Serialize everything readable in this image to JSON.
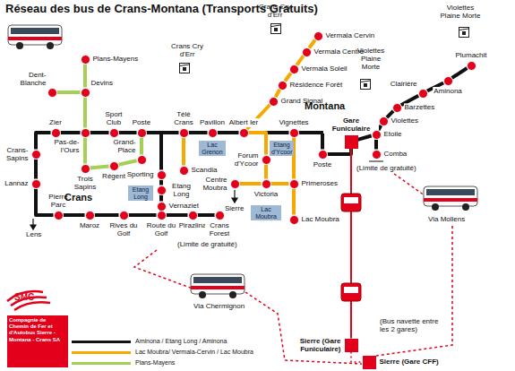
{
  "diagram": {
    "title": "Réseau des bus de Crans-Montana (Transports Gratuits)",
    "nodes": [
      {
        "text": [
          "Plans-Mayens"
        ]
      },
      {
        "text": [
          "Dent-Blanche"
        ]
      },
      {
        "text": [
          "Devins"
        ]
      },
      {
        "text": [
          "Zier"
        ]
      },
      {
        "text": [
          "Pas-de-l'Ours"
        ]
      },
      {
        "text": [
          "Sport Club"
        ]
      },
      {
        "text": [
          "Poste"
        ]
      },
      {
        "text": [
          "Télé Crans"
        ]
      },
      {
        "text": [
          "Pavillon"
        ]
      },
      {
        "text": [
          "Albert Ier"
        ]
      },
      {
        "text": [
          "Vignettes"
        ]
      },
      {
        "text": [
          "Crans-Sapins"
        ]
      },
      {
        "text": [
          "Grand-Place"
        ]
      },
      {
        "text": [
          "Trois Sapins"
        ]
      },
      {
        "text": [
          "Régent"
        ]
      },
      {
        "text": [
          "Sporting"
        ]
      },
      {
        "text": [
          "Scandia"
        ]
      },
      {
        "text": [
          "Etang Long"
        ]
      },
      {
        "text": [
          "Vernaziet"
        ]
      },
      {
        "text": [
          "Lannaz"
        ]
      },
      {
        "text": [
          "Pierre Parc"
        ]
      },
      {
        "text": [
          "Maroz"
        ]
      },
      {
        "text": [
          "Rives du Golf"
        ]
      },
      {
        "text": [
          "Route du Golf"
        ]
      },
      {
        "text": [
          "Pirazlina"
        ]
      },
      {
        "text": [
          "Crans Forest"
        ]
      },
      {
        "text": [
          "Forum d'Ycoor"
        ]
      },
      {
        "text": [
          "Centre Moubra"
        ]
      },
      {
        "text": [
          "Victoria"
        ]
      },
      {
        "text": [
          "Primeroses"
        ]
      },
      {
        "text": [
          "Lac Moubra"
        ]
      },
      {
        "text": [
          "Poste"
        ]
      },
      {
        "text": [
          "Gare Funiculaire"
        ]
      },
      {
        "text": [
          "Grand Signal"
        ]
      },
      {
        "text": [
          "Résidence Forêt"
        ]
      },
      {
        "text": [
          "Vermala Soleil"
        ]
      },
      {
        "text": [
          "Vermala Centre"
        ]
      },
      {
        "text": [
          "Vermala Cervin"
        ]
      },
      {
        "text": [
          "Etoile"
        ]
      },
      {
        "text": [
          "Comba"
        ]
      },
      {
        "text": [
          "Violettes"
        ]
      },
      {
        "text": [
          "Barzettes"
        ]
      },
      {
        "text": [
          "Clairière"
        ]
      },
      {
        "text": [
          "Aminona"
        ]
      },
      {
        "text": [
          "Plumachit"
        ]
      },
      {
        "text": [
          "Lac Grenon"
        ]
      },
      {
        "text": [
          "Etang d'Ycoor"
        ]
      },
      {
        "text": [
          "Etang Long"
        ]
      },
      {
        "text": [
          "Lac Moubra"
        ]
      },
      {
        "text": [
          "Sierre (Gare Funiculaire)"
        ]
      },
      {
        "text": [
          "Sierre (Gare CFF)"
        ]
      }
    ],
    "edges": [
      {
        "from": 3,
        "to": 4,
        "arrow": "none"
      },
      {
        "from": 4,
        "to": 5,
        "arrow": "none"
      },
      {
        "from": 5,
        "to": 6,
        "arrow": "none"
      },
      {
        "from": 6,
        "to": 7,
        "arrow": "none"
      },
      {
        "from": 7,
        "to": 8,
        "arrow": "none"
      },
      {
        "from": 8,
        "to": 9,
        "arrow": "none"
      },
      {
        "from": 9,
        "to": 10,
        "arrow": "none"
      },
      {
        "from": 10,
        "to": 31,
        "arrow": "none"
      },
      {
        "from": 31,
        "to": 32,
        "arrow": "none"
      },
      {
        "from": 32,
        "to": 38,
        "arrow": "none"
      },
      {
        "from": 38,
        "to": 40,
        "arrow": "none"
      },
      {
        "from": 40,
        "to": 41,
        "arrow": "none"
      },
      {
        "from": 41,
        "to": 42,
        "arrow": "none"
      },
      {
        "from": 42,
        "to": 43,
        "arrow": "none"
      },
      {
        "from": 43,
        "to": 44,
        "arrow": "none"
      },
      {
        "from": 38,
        "to": 39,
        "arrow": "none"
      },
      {
        "from": 3,
        "to": 11,
        "arrow": "none"
      },
      {
        "from": 11,
        "to": 19,
        "arrow": "none"
      },
      {
        "from": 19,
        "to": 20,
        "arrow": "none"
      },
      {
        "from": 20,
        "to": 21,
        "arrow": "none"
      },
      {
        "from": 21,
        "to": 22,
        "arrow": "none"
      },
      {
        "from": 22,
        "to": 23,
        "arrow": "none"
      },
      {
        "from": 23,
        "to": 24,
        "arrow": "none"
      },
      {
        "from": 24,
        "to": 25,
        "arrow": "none"
      },
      {
        "from": 6,
        "to": 15,
        "arrow": "none"
      },
      {
        "from": 15,
        "to": 17,
        "arrow": "none"
      },
      {
        "from": 17,
        "to": 18,
        "arrow": "none"
      },
      {
        "from": 18,
        "to": 23,
        "arrow": "none"
      },
      {
        "from": 0,
        "to": 2,
        "arrow": "none"
      },
      {
        "from": 1,
        "to": 2,
        "arrow": "none"
      },
      {
        "from": 2,
        "to": 4,
        "arrow": "none"
      },
      {
        "from": 4,
        "to": 13,
        "arrow": "none"
      },
      {
        "from": 13,
        "to": 14,
        "arrow": "none"
      },
      {
        "from": 14,
        "to": 12,
        "arrow": "none"
      },
      {
        "from": 12,
        "to": 6,
        "arrow": "none"
      },
      {
        "from": 37,
        "to": 36,
        "arrow": "none"
      },
      {
        "from": 36,
        "to": 35,
        "arrow": "none"
      },
      {
        "from": 35,
        "to": 34,
        "arrow": "none"
      },
      {
        "from": 34,
        "to": 33,
        "arrow": "none"
      },
      {
        "from": 33,
        "to": 9,
        "arrow": "none"
      },
      {
        "from": 9,
        "to": 26,
        "arrow": "none"
      },
      {
        "from": 26,
        "to": 28,
        "arrow": "none"
      },
      {
        "from": 28,
        "to": 29,
        "arrow": "none"
      },
      {
        "from": 29,
        "to": 10,
        "arrow": "none"
      },
      {
        "from": 28,
        "to": 27,
        "arrow": "none"
      },
      {
        "from": 29,
        "to": 30,
        "arrow": "none"
      },
      {
        "from": 7,
        "to": 16,
        "arrow": "none"
      },
      {
        "from": 32,
        "to": 49,
        "arrow": "none"
      },
      {
        "from": 49,
        "to": 50,
        "label": "(Bus navette entre les 2 gares)",
        "arrow": "none"
      }
    ],
    "labels": [
      "Montana",
      "Crans",
      "Lens",
      "Sierre",
      "Crans Cry d'Err",
      "Crans Cry d'Err",
      "Violettes Plaine Morte",
      "Violettes Plaine Morte",
      "(Limite de gratuité)",
      "(Limite de gratuité)",
      "Via Chermignon",
      "Via Mollens",
      "SMC",
      "Compagnie de Chemin de Fer et d'Autobus Sierre - Montana - Crans SA"
    ],
    "legend": [
      {
        "text": "Aminona / Etang Long / Aminona",
        "color": "#111111"
      },
      {
        "text": "Lac Moubra/ Vermala-Cervin / Lac Moubra",
        "color": "#f5a800"
      },
      {
        "text": "Plans-Mayens",
        "color": "#a6cf55"
      }
    ]
  }
}
